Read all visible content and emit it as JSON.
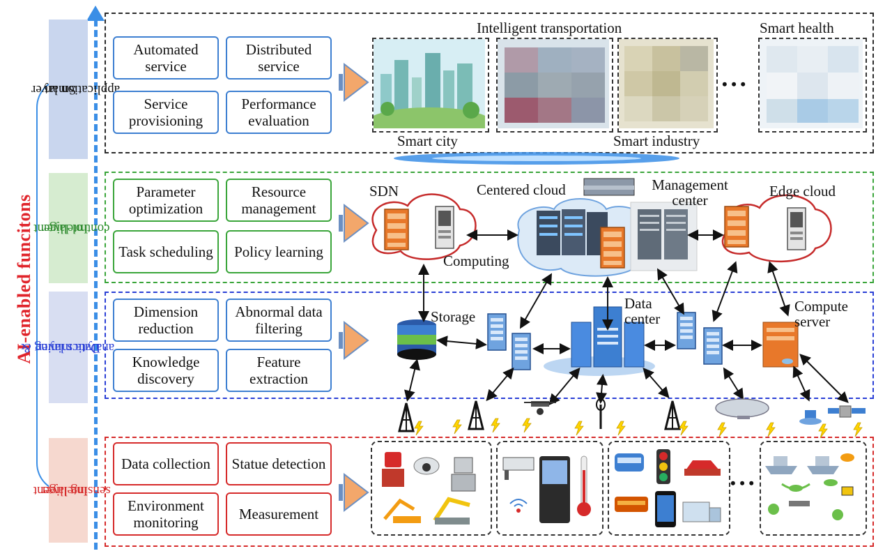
{
  "side_title": "AI-enabled funcitons",
  "layers": {
    "application": {
      "tab": [
        "Smart",
        "application layer"
      ],
      "functions": [
        "Automated service",
        "Distributed service",
        "Service provisioning",
        "Performance evaluation"
      ],
      "labels": {
        "intelligent_transportation": "Intelligent transportation",
        "smart_health": "Smart health",
        "smart_city": "Smart city",
        "smart_industry": "Smart industry",
        "ellipsis": "• • •"
      },
      "color": "#2b2b2b",
      "tab_color": "#c9d6ee"
    },
    "control": {
      "tab": [
        "Intelligent",
        "control layer"
      ],
      "functions": [
        "Parameter optimization",
        "Resource management",
        "Task scheduling",
        "Policy learning"
      ],
      "labels": {
        "sdn": "SDN",
        "centered_cloud": "Centered cloud",
        "management_center": "Management center",
        "edge_cloud": "Edge cloud",
        "computing": "Computing"
      },
      "color": "#3aa53a",
      "tab_color": "#d6ecd0"
    },
    "mining": {
      "tab": [
        "Data mining &",
        "analytics layer"
      ],
      "functions": [
        "Dimension reduction",
        "Abnormal data filtering",
        "Knowledge discovery",
        "Feature extraction"
      ],
      "labels": {
        "storage": "Storage",
        "data_center": "Data center",
        "compute_server": "Compute server"
      },
      "color": "#2a3fd6",
      "tab_color": "#d8def2"
    },
    "sensing": {
      "tab": [
        "Intelligent",
        "sensing layer"
      ],
      "functions": [
        "Data collection",
        "Statue detection",
        "Environment monitoring",
        "Measurement"
      ],
      "labels": {
        "ellipsis": "• • •"
      },
      "color": "#d62a2a",
      "tab_color": "#f6d8cf"
    }
  },
  "colors": {
    "axis": "#3a8ee6",
    "arrow_fill": "#f3a76b",
    "server_orange": "#e8782a",
    "server_blue": "#3d7fd1",
    "cloud_red": "#c62b2b"
  }
}
